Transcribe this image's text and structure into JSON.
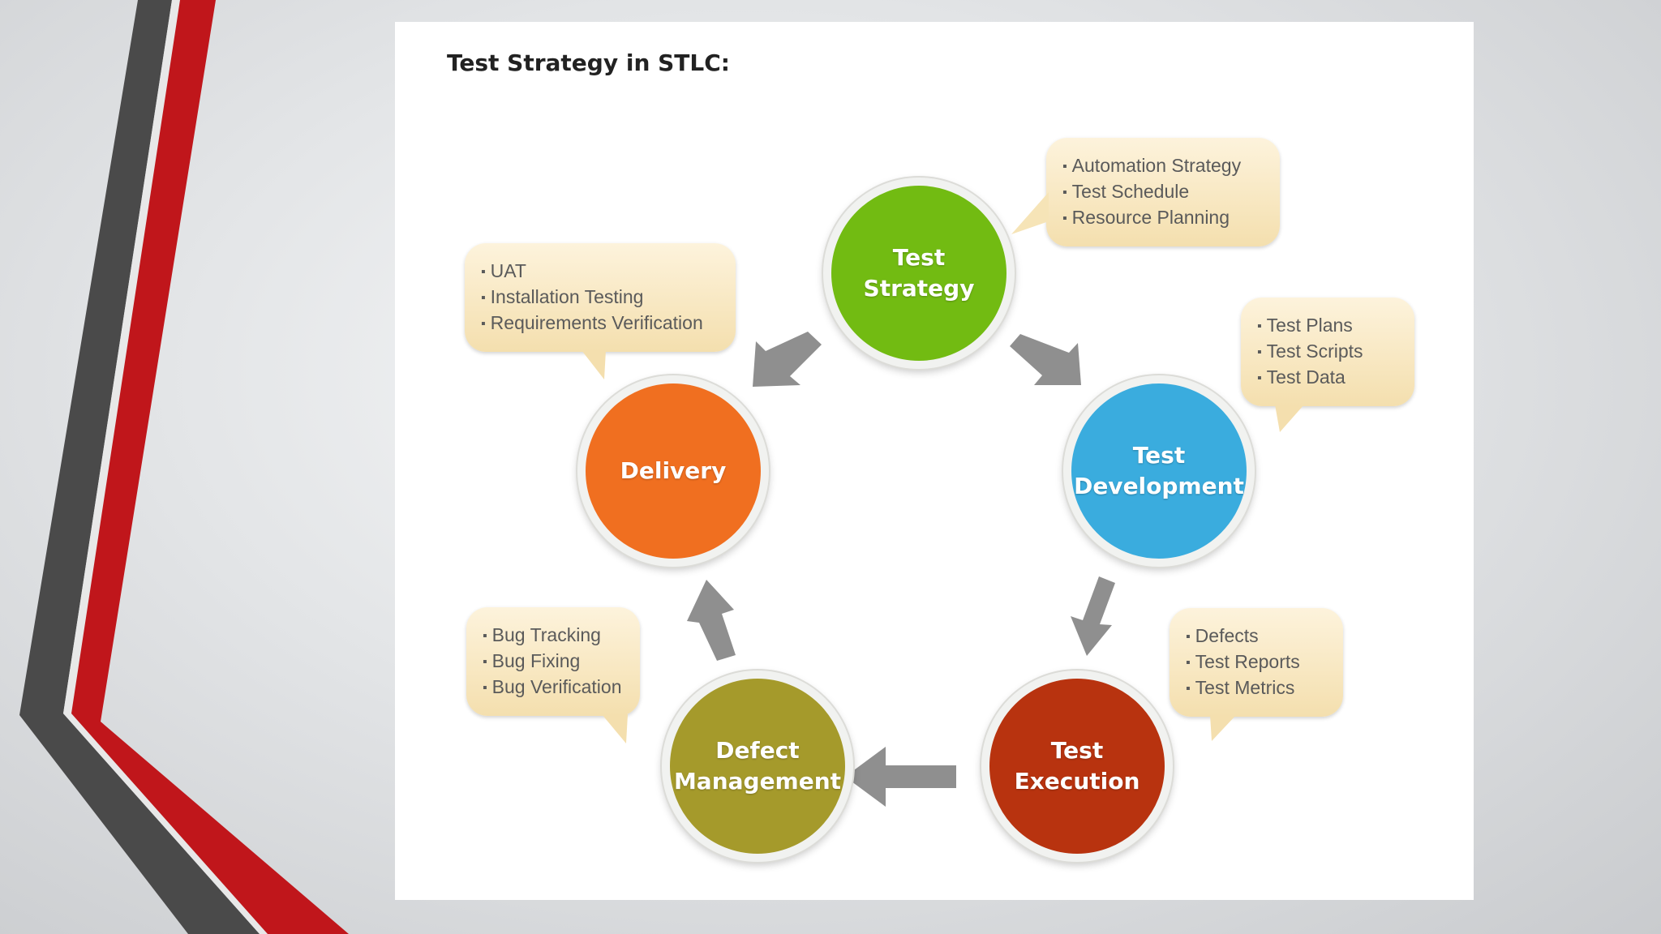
{
  "slide": {
    "title": "Test Strategy in STLC:",
    "accent_red": "#c0161b",
    "accent_gray": "#4a4a4a"
  },
  "cycle": {
    "stages": [
      {
        "label": "Test\nStrategy",
        "color": "#72bb12",
        "details": [
          "Automation Strategy",
          "Test Schedule",
          "Resource Planning"
        ]
      },
      {
        "label": "Test\nDevelopment",
        "color": "#3aacde",
        "details": [
          "Test Plans",
          "Test Scripts",
          "Test Data"
        ]
      },
      {
        "label": "Test\nExecution",
        "color": "#b8330f",
        "details": [
          "Defects",
          "Test Reports",
          "Test Metrics"
        ]
      },
      {
        "label": "Defect\nManagement",
        "color": "#a59a2b",
        "details": [
          "Bug Tracking",
          "Bug Fixing",
          "Bug Verification"
        ]
      },
      {
        "label": "Delivery",
        "color": "#f06f20",
        "details": [
          "UAT",
          "Installation Testing",
          "Requirements Verification"
        ]
      }
    ],
    "arrow_color": "#8f8f8f"
  }
}
